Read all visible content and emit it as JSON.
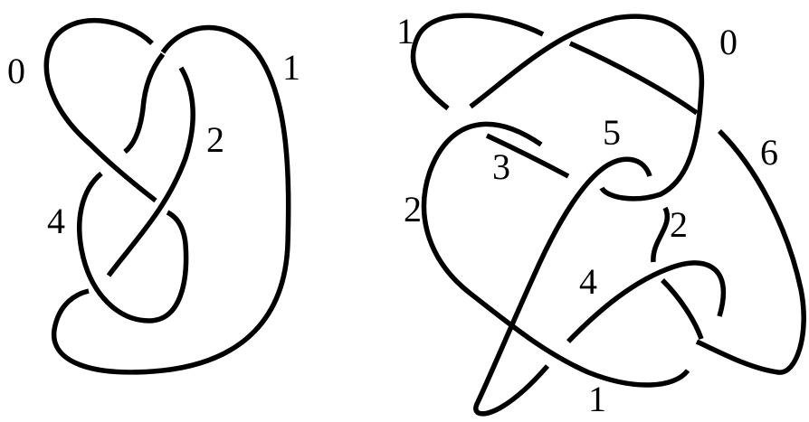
{
  "diagrams": [
    {
      "name": "left-knot",
      "labels": [
        "0",
        "1",
        "2",
        "4"
      ]
    },
    {
      "name": "right-knot",
      "labels": [
        "1",
        "0",
        "5",
        "6",
        "3",
        "2",
        "2",
        "4",
        "1"
      ]
    }
  ],
  "colors": {
    "stroke": "#000000",
    "background": "#ffffff"
  }
}
